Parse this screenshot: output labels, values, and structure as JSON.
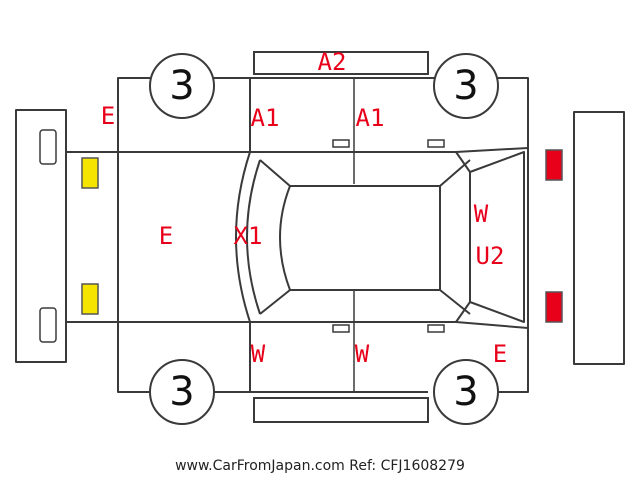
{
  "colors": {
    "damage_code": "#e8001a",
    "front_lamp": "#f4e400",
    "rear_lamp": "#e8001a",
    "outline": "#3a3a3a"
  },
  "tires": [
    {
      "position": "front-left",
      "value": "3"
    },
    {
      "position": "rear-left",
      "value": "3"
    },
    {
      "position": "front-right",
      "value": "3"
    },
    {
      "position": "rear-right",
      "value": "3"
    }
  ],
  "damage_codes": [
    {
      "area": "roof-edge-top",
      "code": "A2"
    },
    {
      "area": "front-fender-top",
      "code": "E"
    },
    {
      "area": "front-door-top",
      "code": "A1"
    },
    {
      "area": "rear-door-top",
      "code": "A1"
    },
    {
      "area": "hood",
      "code": "E"
    },
    {
      "area": "windshield",
      "code": "X1"
    },
    {
      "area": "rear-glass",
      "code": "W"
    },
    {
      "area": "trunk",
      "code": "U2"
    },
    {
      "area": "front-door-bottom",
      "code": "W"
    },
    {
      "area": "rear-door-bottom",
      "code": "W"
    },
    {
      "area": "rear-fender-bottom",
      "code": "E"
    }
  ],
  "watermark": "www.CarFromJapan.com Ref: CFJ1608279"
}
